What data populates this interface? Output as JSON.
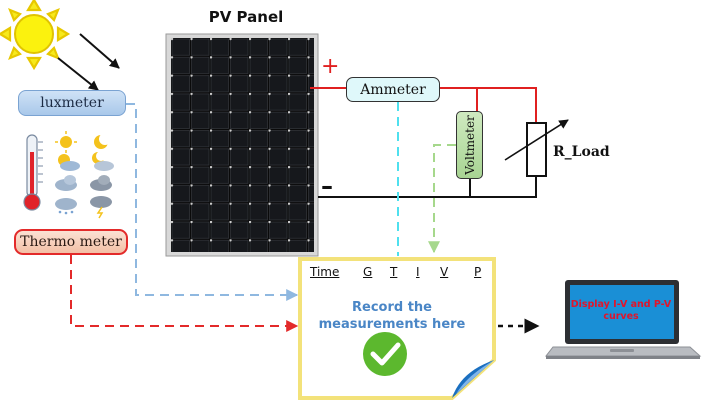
{
  "panel_title": "PV Panel",
  "inputs": {
    "luxmeter": "luxmeter",
    "thermometer": "Thermo meter"
  },
  "circuit": {
    "ammeter": "Ammeter",
    "voltmeter": "Voltmeter",
    "load": "R_Load",
    "positive": "+",
    "negative": "–"
  },
  "record_sheet": {
    "columns": [
      "Time",
      "G",
      "T",
      "I",
      "V",
      "P"
    ],
    "line1": "Record the",
    "line2": "measurements here"
  },
  "display": {
    "line1": "Display I-V and P-V",
    "line2": "curves"
  },
  "colors": {
    "positive_wire": "#e02020",
    "negative_wire": "#111111",
    "lux_link": "#8fb8e0",
    "thermo_link": "#e32a2a",
    "ammeter_link": "#4fe0ee",
    "voltmeter_link": "#a6d88c",
    "check_green": "#5cb82e",
    "screen_blue": "#1a8fd6"
  }
}
